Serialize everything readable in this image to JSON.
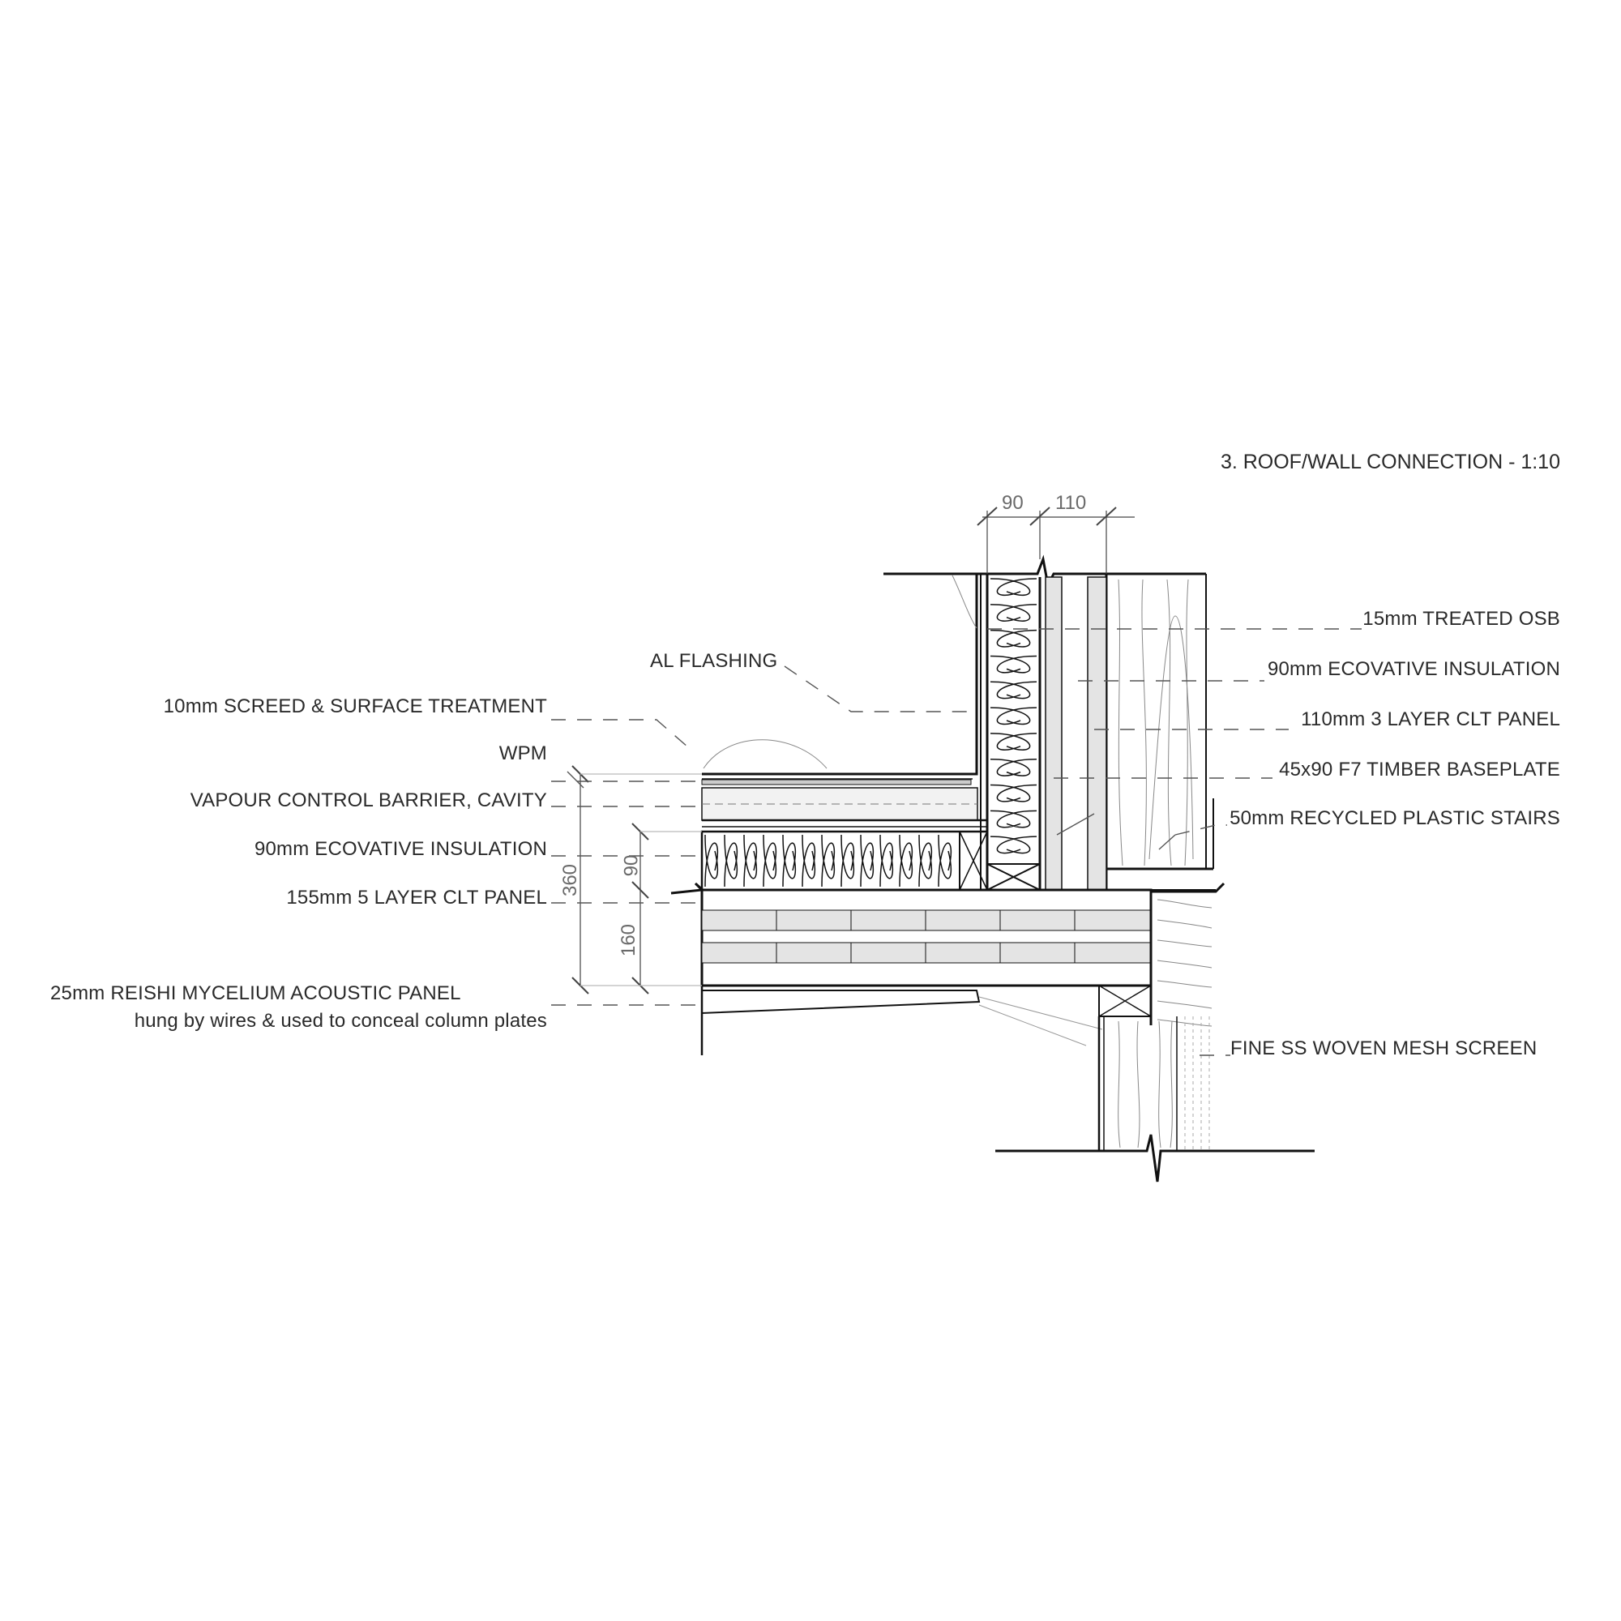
{
  "title": "3. ROOF/WALL CONNECTION - 1:10",
  "dimensions": {
    "wall_insulation": "90",
    "wall_clt": "110",
    "total_depth": "360",
    "roof_insulation": "90",
    "roof_clt": "160"
  },
  "labels_left": {
    "al_flashing": "AL FLASHING",
    "screed": "10mm SCREED & SURFACE TREATMENT",
    "wpm": "WPM",
    "vapour": "VAPOUR CONTROL BARRIER, CAVITY",
    "roof_insulation": "90mm ECOVATIVE INSULATION",
    "roof_clt": "155mm 5 LAYER CLT PANEL",
    "acoustic_panel": "25mm REISHI MYCELIUM ACOUSTIC PANEL",
    "acoustic_note": "hung by wires & used to conceal column plates"
  },
  "labels_right": {
    "osb": "15mm TREATED OSB",
    "wall_insulation": "90mm ECOVATIVE INSULATION",
    "wall_clt": "110mm 3 LAYER CLT PANEL",
    "baseplate": "45x90 F7 TIMBER BASEPLATE",
    "stairs": "50mm RECYCLED PLASTIC  STAIRS",
    "mesh": "FINE SS WOVEN MESH SCREEN"
  },
  "colors": {
    "line": "#111111",
    "leader": "#555555",
    "fill_light": "#e4e4e4",
    "fill_cavity": "#f2f2f2"
  }
}
